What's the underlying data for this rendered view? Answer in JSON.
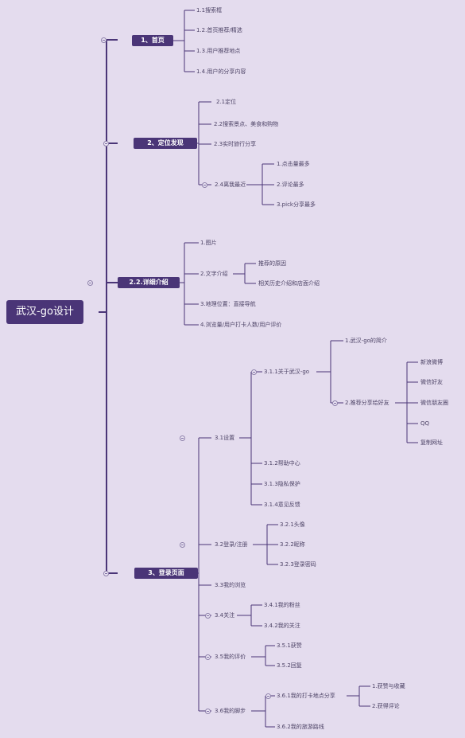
{
  "diagram": {
    "root": "武汉-go设计",
    "branches": [
      {
        "label": "1、首页",
        "items": [
          "1.1搜索框",
          "1.2.首页推荐/精选",
          "1.3.用户推荐地点",
          "1.4.用户的分享内容"
        ]
      },
      {
        "label": "2、定位发现",
        "items": [
          "2.1定位",
          "2.2搜索景点、美食和购物",
          "2.3实时旅行分享",
          {
            "label": "2.4离我最近",
            "items": [
              "1.点击量最多",
              "2.评论最多",
              "3.pick分享最多"
            ]
          }
        ]
      },
      {
        "label": "2.2.详细介绍",
        "items": [
          "1.图片",
          {
            "label": "2.文字介绍",
            "items": [
              "推荐的原因",
              "相关历史介绍和店面介绍"
            ]
          },
          "3.地理位置：直接导航",
          "4.浏览量/用户打卡人数/用户评价"
        ]
      },
      {
        "label": "3、登录页面",
        "items": [
          {
            "label": "3.1设置",
            "items": [
              {
                "label": "3.1.1关于武汉-go",
                "items": [
                  "1.武汉-go的简介",
                  {
                    "label": "2.推荐分享给好友",
                    "items": [
                      "新浪微博",
                      "微信好友",
                      "微信朋友圈",
                      "QQ",
                      "复制网址"
                    ]
                  }
                ]
              },
              "3.1.2帮助中心",
              "3.1.3隐私保护",
              "3.1.4意见反馈"
            ]
          },
          {
            "label": "3.2登录/注册",
            "items": [
              "3.2.1头像",
              "3.2.2昵称",
              "3.2.3登录密码"
            ]
          },
          "3.3我的浏览",
          {
            "label": "3.4关注",
            "items": [
              "3.4.1我的粉丝",
              "3.4.2我的关注"
            ]
          },
          {
            "label": "3.5我的评价",
            "items": [
              "3.5.1获赞",
              "3.5.2回复"
            ]
          },
          {
            "label": "3.6我的脚步",
            "items": [
              {
                "label": "3.6.1我的打卡地点分享",
                "items": [
                  "1.获赞与收藏",
                  "2.获得评论"
                ]
              },
              "3.6.2我的旅游路线"
            ]
          }
        ]
      }
    ]
  },
  "colors": {
    "background": "#e4dcee",
    "node_fill": "#4a3577",
    "connector": "#4a3577",
    "text": "#4d4366"
  }
}
